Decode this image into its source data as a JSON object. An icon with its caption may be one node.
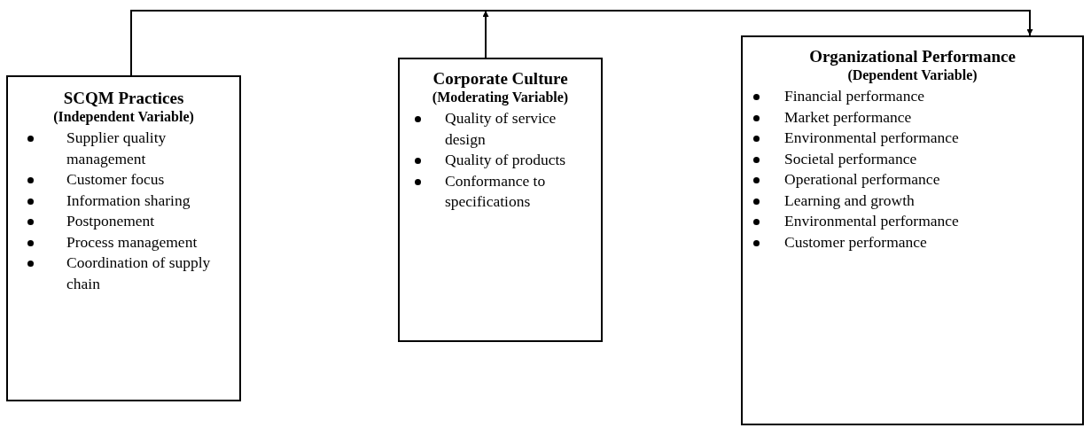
{
  "diagram": {
    "nodes": [
      {
        "text": [
          "SCQM Practices",
          "(Independent Variable)",
          "Supplier quality management",
          "Customer focus",
          "Information sharing",
          "Postponement",
          "Process management",
          "Coordination of supply chain"
        ]
      },
      {
        "text": [
          "Corporate Culture",
          "(Moderating Variable)",
          "Quality of service design",
          "Quality of products",
          "Conformance to specifications"
        ]
      },
      {
        "text": [
          "Organizational Performance",
          "(Dependent Variable)",
          "Financial performance",
          "Market performance",
          "Environmental performance",
          "Societal performance",
          "Operational performance",
          "Learning and growth",
          "Environmental performance",
          "Customer performance"
        ]
      }
    ],
    "edges": [
      {
        "from": 0,
        "to": 2,
        "arrow": "to"
      },
      {
        "from": 1,
        "to": null,
        "arrow": "to"
      }
    ]
  }
}
